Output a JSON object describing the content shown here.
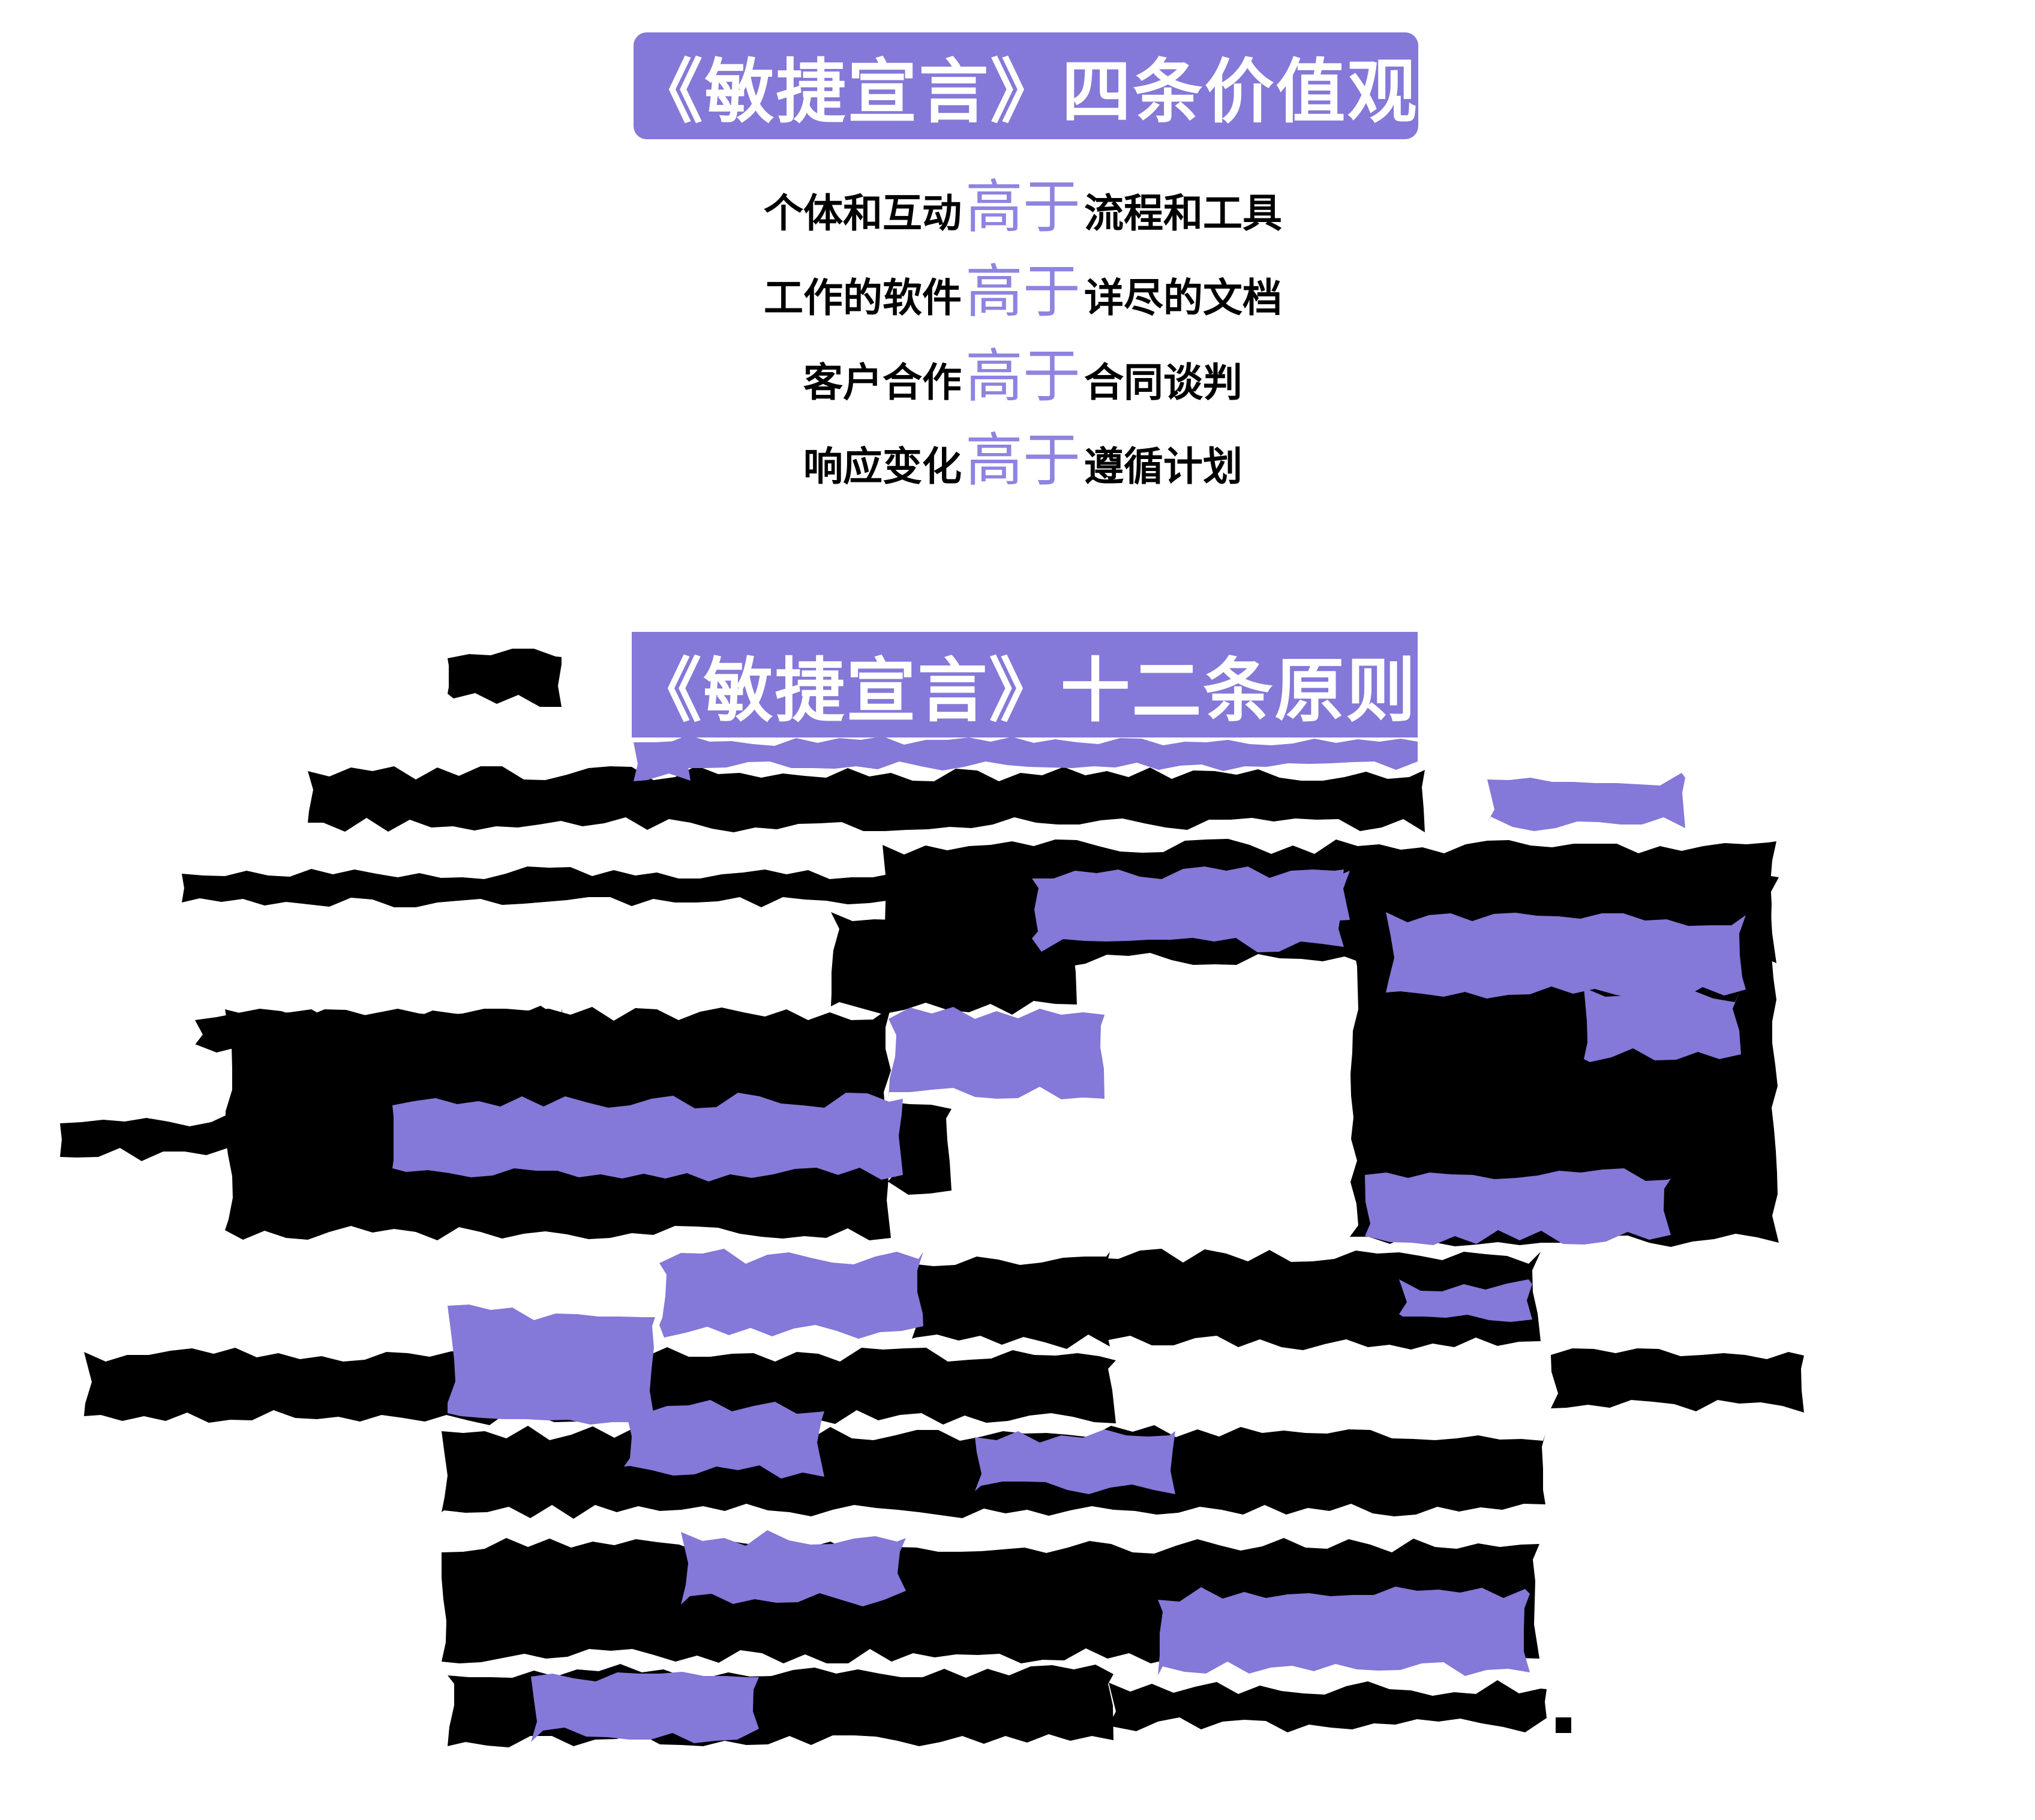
{
  "colors": {
    "background": "#FFFFFF",
    "purple": "#8478D8",
    "emphasis": "#8E84E0",
    "black": "#000000",
    "banner_text": "#FFFFFF"
  },
  "values_section": {
    "title": "《敏捷宣言》四条价值观",
    "items": [
      {
        "pre": "个体和互动",
        "emph": "高于",
        "post": "流程和工具"
      },
      {
        "pre": "工作的软件",
        "emph": "高于",
        "post": "详尽的文档"
      },
      {
        "pre": "客户合作",
        "emph": "高于",
        "post": "合同谈判"
      },
      {
        "pre": "响应变化",
        "emph": "高于",
        "post": "遵循计划"
      }
    ]
  },
  "principles_section": {
    "title": "《敏捷宣言》十二条原则",
    "content_legible": false,
    "illegible_blocks": {
      "black": [
        [
          746,
          1071,
          190,
          110
        ],
        [
          513,
          1276,
          1862,
          112
        ],
        [
          303,
          1444,
          1182,
          72
        ],
        [
          1471,
          1398,
          1490,
          214
        ],
        [
          2250,
          1450,
          715,
          628
        ],
        [
          1385,
          1512,
          410,
          180
        ],
        [
          325,
          1676,
          612,
          84
        ],
        [
          375,
          1676,
          1110,
          392
        ],
        [
          100,
          1855,
          280,
          80
        ],
        [
          1480,
          1828,
          106,
          164
        ],
        [
          1828,
          2081,
          740,
          170
        ],
        [
          1520,
          2085,
          330,
          165
        ],
        [
          140,
          2245,
          1720,
          130
        ],
        [
          2585,
          2245,
          422,
          113
        ],
        [
          736,
          2375,
          1840,
          156
        ],
        [
          736,
          2563,
          1830,
          210
        ],
        [
          746,
          2770,
          1110,
          144
        ],
        [
          1848,
          2800,
          730,
          88
        ],
        [
          2593,
          2862,
          26,
          26
        ]
      ],
      "purple": [
        [
          1075,
          1225,
          1288,
          62
        ],
        [
          1056,
          1229,
          95,
          80
        ],
        [
          2479,
          1285,
          330,
          100
        ],
        [
          2195,
          1445,
          55,
          105
        ],
        [
          1720,
          1440,
          520,
          148
        ],
        [
          2310,
          1520,
          600,
          148
        ],
        [
          2640,
          1645,
          262,
          128
        ],
        [
          1481,
          1673,
          360,
          160
        ],
        [
          654,
          1821,
          851,
          148
        ],
        [
          2275,
          1945,
          510,
          130
        ],
        [
          1099,
          2081,
          440,
          151
        ],
        [
          746,
          2174,
          346,
          200
        ],
        [
          2332,
          2131,
          222,
          75
        ],
        [
          1040,
          2332,
          334,
          134
        ],
        [
          1625,
          2379,
          334,
          113
        ],
        [
          1135,
          2550,
          375,
          127
        ],
        [
          1930,
          2644,
          620,
          150
        ],
        [
          885,
          2780,
          380,
          125
        ]
      ]
    }
  }
}
